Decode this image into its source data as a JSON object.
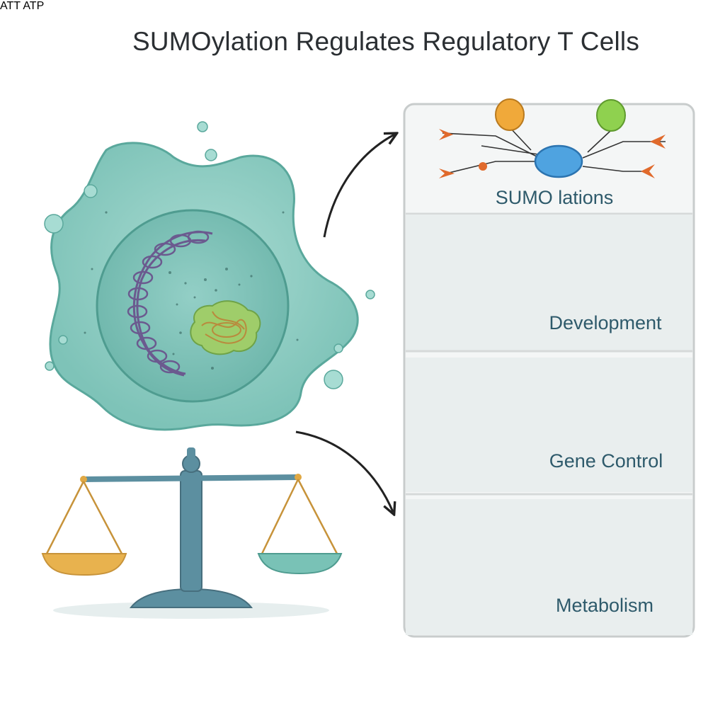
{
  "title": "SUMOylation Regulates Regulatory T Cells",
  "panels": [
    {
      "label": "SUMO lations"
    },
    {
      "label": "Development"
    },
    {
      "label": "Gene Control"
    },
    {
      "label": "Metabolism",
      "atp_left": "ATT",
      "atp_right": "ATP"
    }
  ]
}
